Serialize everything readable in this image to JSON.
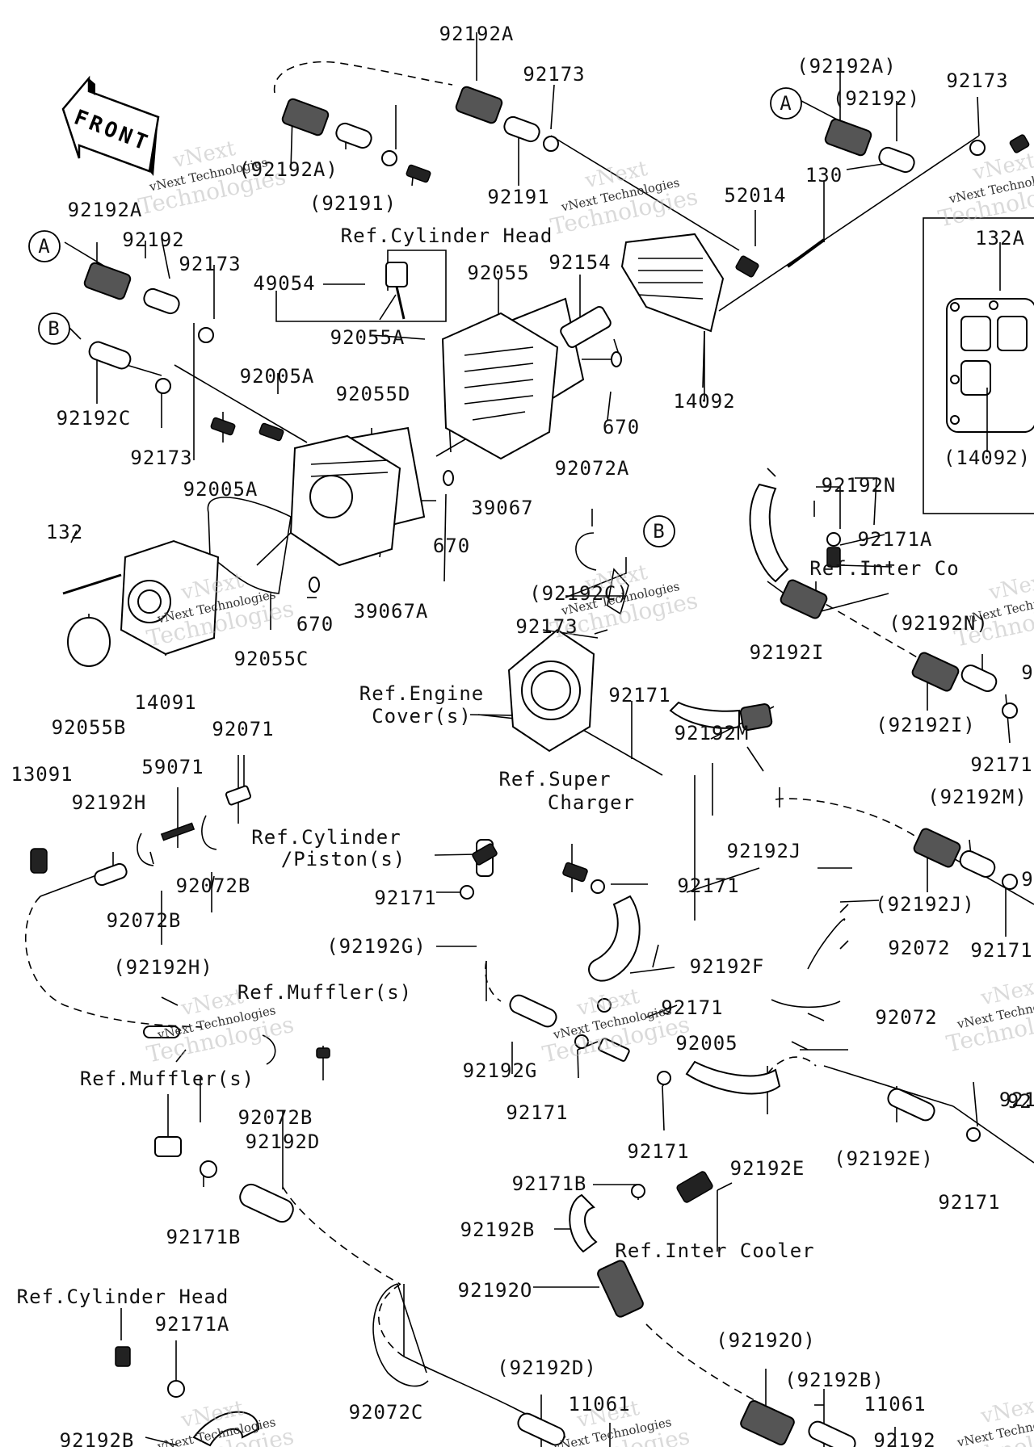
{
  "front_arrow_label": "FRONT",
  "callouts": [
    "A",
    "A",
    "B",
    "B"
  ],
  "watermark": {
    "line1": "vNext Technologies",
    "line2": "Technologies",
    "big": "vNext"
  },
  "labels": [
    "92192A",
    "92173",
    "(92192A)",
    "(92192)",
    "92173",
    "(92192A)",
    "(92191)",
    "92191",
    "Ref.Cylinder Head",
    "130",
    "52014",
    "132A",
    "92192A",
    "92192",
    "92173",
    "49054",
    "92055",
    "92154",
    "92055A",
    "92192C",
    "92005A",
    "92055D",
    "670",
    "14092",
    "(14092)",
    "92173",
    "92005A",
    "39067",
    "92192N",
    "92072A",
    "92171A",
    "Ref.Inter Co",
    "132",
    "670",
    "670",
    "39067A",
    "(92192C)",
    "92173",
    "(92192N)",
    "92192I",
    "92055C",
    "14091",
    "Ref.Engine",
    "Cover(s)",
    "92171",
    "92192M",
    "(92192I)",
    "92171",
    "92055B",
    "92071",
    "13091",
    "59071",
    "92192H",
    "Ref.Super",
    "Charger",
    "92192J",
    "(92192M)",
    "Ref.Cylinder",
    "/Piston(s)",
    "92171",
    "92072B",
    "92072B",
    "92171",
    "(92192J)",
    "92072",
    "92171",
    "(92192G)",
    "92192F",
    "(92192H)",
    "Ref.Muffler(s)",
    "92171",
    "92072",
    "92005",
    "Ref.Muffler(s)",
    "92192G",
    "92171",
    "92072B",
    "92192D",
    "92171",
    "92192E",
    "(92192E)",
    "92171",
    "92171B",
    "92192B",
    "Ref.Inter Cooler",
    "92171B",
    "92192O",
    "Ref.Cylinder Head",
    "92171A",
    "(92192O)",
    "(92192D)",
    "11061",
    "(92192B)",
    "11061",
    "92072C",
    "92192B",
    "92192",
    "921",
    "9",
    "9",
    "921"
  ]
}
